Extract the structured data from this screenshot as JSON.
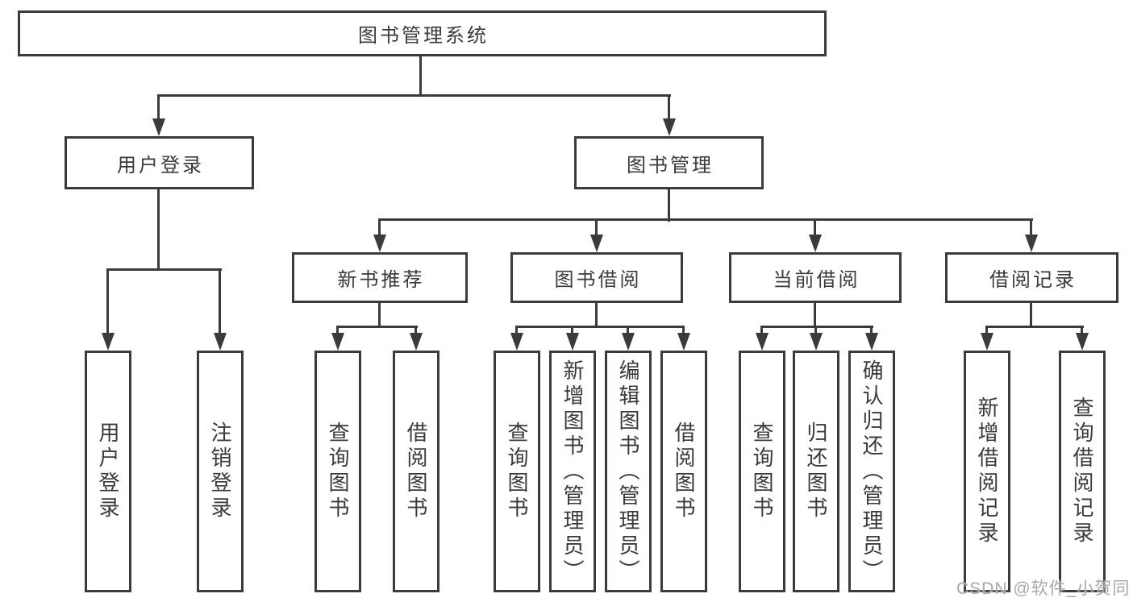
{
  "diagram": {
    "root": {
      "label": "图书管理系统"
    },
    "branches": [
      {
        "label": "用户登录",
        "children": [
          {
            "label": "用户登录"
          },
          {
            "label": "注销登录"
          }
        ]
      },
      {
        "label": "图书管理",
        "children": [
          {
            "label": "新书推荐",
            "children": [
              {
                "label": "查询图书"
              },
              {
                "label": "借阅图书"
              }
            ]
          },
          {
            "label": "图书借阅",
            "children": [
              {
                "label": "查询图书"
              },
              {
                "label": "新增图书（管理员）"
              },
              {
                "label": "编辑图书（管理员）"
              },
              {
                "label": "借阅图书"
              }
            ]
          },
          {
            "label": "当前借阅",
            "children": [
              {
                "label": "查询图书"
              },
              {
                "label": "归还图书"
              },
              {
                "label": "确认归还（管理员）"
              }
            ]
          },
          {
            "label": "借阅记录",
            "children": [
              {
                "label": "新增借阅记录"
              },
              {
                "label": "查询借阅记录"
              }
            ]
          }
        ]
      }
    ]
  },
  "watermark": {
    "text": "CSDN @软件_小贺同学"
  },
  "colors": {
    "line": "#3b3b3b",
    "text": "#3a3a3a",
    "background": "#ffffff",
    "watermark": "#a8a8a8"
  }
}
